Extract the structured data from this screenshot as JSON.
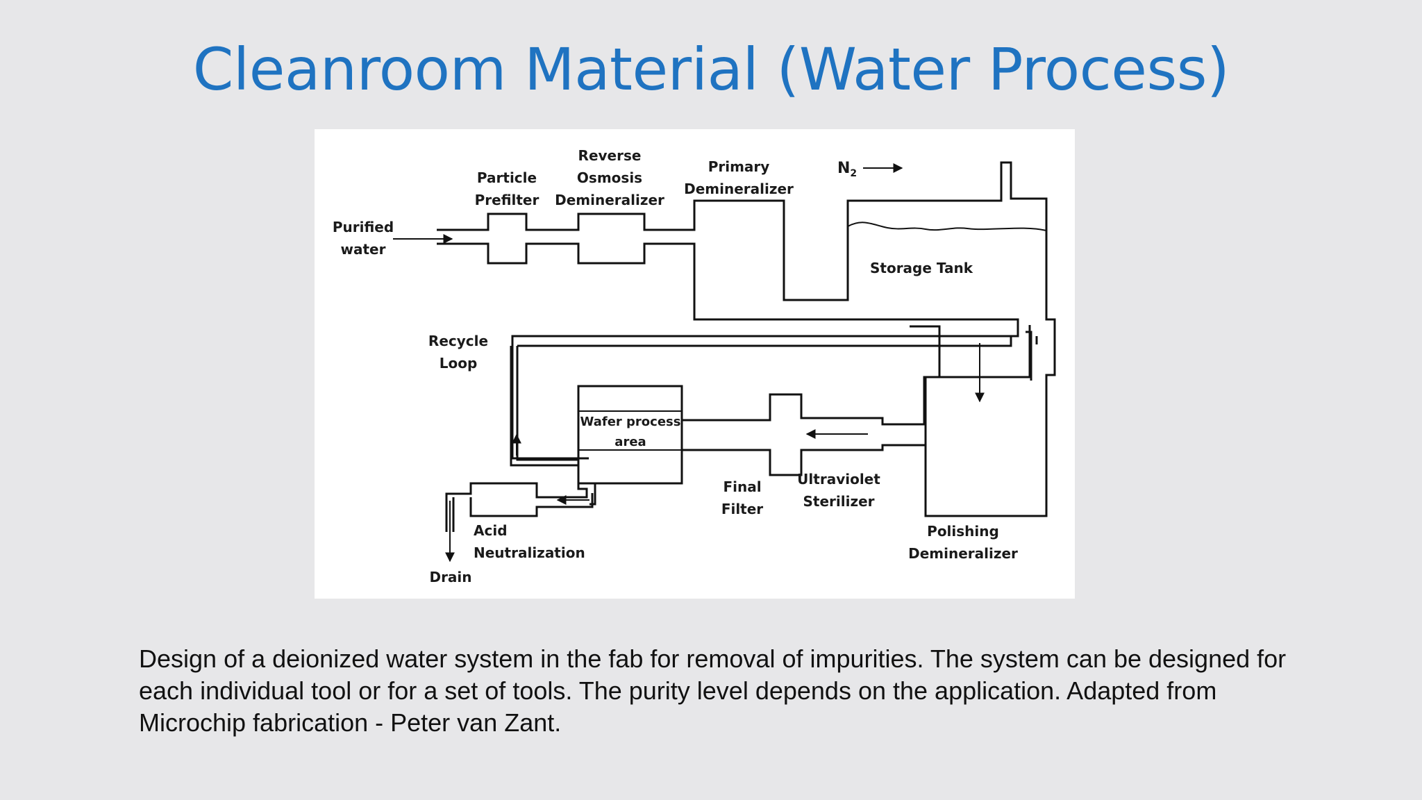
{
  "slide": {
    "title": "Cleanroom Material (Water Process)",
    "title_color": "#1f73c1",
    "caption_lines": [
      "Design of a deionized water system in the fab for removal of impurities. The system can be designed for",
      "each individual tool or for a set of tools. The purity level depends on the application. Adapted from",
      "Microchip fabrication - Peter van Zant."
    ]
  },
  "diagram": {
    "labels": {
      "purified_water": [
        "Purified",
        "water"
      ],
      "particle_prefilter": [
        "Particle",
        "Prefilter"
      ],
      "reverse_osmosis": [
        "Reverse",
        "Osmosis",
        "Demineralizer"
      ],
      "primary_demineralizer": [
        "Primary",
        "Demineralizer"
      ],
      "n2": "N",
      "n2_sub": "2",
      "storage_tank": "Storage Tank",
      "recycle_loop": [
        "Recycle",
        "Loop"
      ],
      "wafer_process_area": [
        "Wafer process",
        "area"
      ],
      "final_filter": [
        "Final",
        "Filter"
      ],
      "uv_sterilizer": [
        "Ultraviolet",
        "Sterilizer"
      ],
      "polishing_demineralizer": [
        "Polishing",
        "Demineralizer"
      ],
      "acid_neutralization": [
        "Acid",
        "Neutralization"
      ],
      "drain": "Drain"
    }
  }
}
